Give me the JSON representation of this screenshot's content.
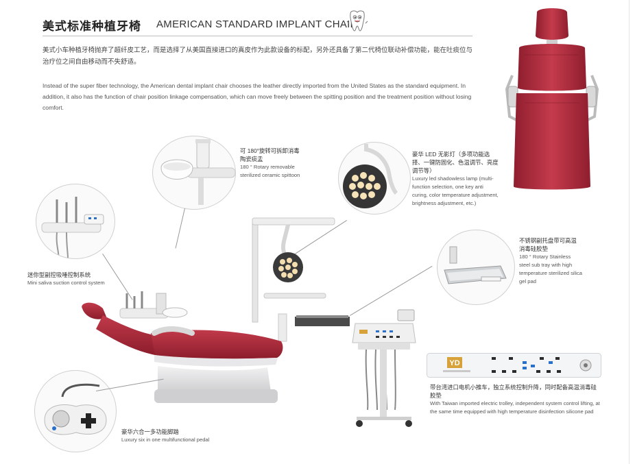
{
  "header": {
    "title_cn": "美式标准种植牙椅",
    "title_en": "AMERICAN STANDARD IMPLANT CHAIR"
  },
  "intro": {
    "cn": "美式小车种植牙椅抛弃了超纤皮工艺，而是选择了从美国直接进口的真皮作为此款设备的标配，另外还具备了第二代椅位联动补偿功能，能在吐痰位与治疗位之间自由移动而不失舒适。",
    "en": "Instead of the super fiber technology, the American dental implant chair chooses the leather directly imported from the United States as the standard equipment. In addition, it also has the function of chair position linkage compensation, which can move freely between the spitting position and the treatment position without losing comfort."
  },
  "features": {
    "spittoon": {
      "cn": "可 180°旋转可拆卸消毒陶瓷痰盂",
      "en": "180 ° Rotary removable sterilized ceramic spittoon"
    },
    "lamp": {
      "cn": "豪华 LED 无影灯（多项功能选择、一键防固化、色温调节、亮度调节等）",
      "en": "Luxury led shadowless lamp (multi-function selection, one key anti curing, color temperature adjustment, brightness adjustment, etc.)"
    },
    "saliva": {
      "cn": "迷你型副控吸唾控制系统",
      "en": "Mini saliva suction control system"
    },
    "tray": {
      "cn": "不锈钢副托盘带可高温消毒硅胶垫",
      "en": "180 ° Rotary Stainless steel sub tray with high temperature sterilized silica gel pad"
    },
    "trolley": {
      "cn": "带台湾进口电机小推车，独立系统控制升降，同时配备高温消毒硅胶垫",
      "en": "With Taiwan imported electric trolley, independent system control lifting, at the same time equipped with high temperature disinfection silicone pad"
    },
    "pedal": {
      "cn": "豪华六合一多功能脚踏",
      "en": "Luxury six in one multifunctional pedal"
    }
  },
  "panel_logo": "YD",
  "colors": {
    "upholstery": "#a8283a",
    "upholstery_light": "#c84a58",
    "frame": "#e9e9ea",
    "accent_blue": "#2a6fc9",
    "logo_gold": "#d8a23a"
  }
}
